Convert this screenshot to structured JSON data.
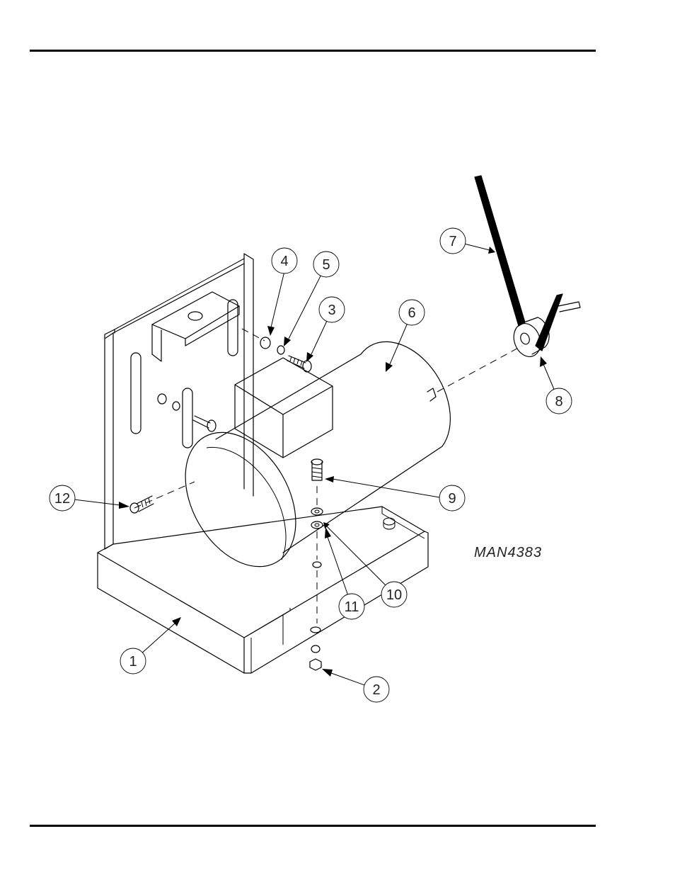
{
  "drawing_number": "MAN4383",
  "callouts": [
    {
      "id": "callout-1",
      "label": "1"
    },
    {
      "id": "callout-2",
      "label": "2"
    },
    {
      "id": "callout-3",
      "label": "3"
    },
    {
      "id": "callout-4",
      "label": "4"
    },
    {
      "id": "callout-5",
      "label": "5"
    },
    {
      "id": "callout-6",
      "label": "6"
    },
    {
      "id": "callout-7",
      "label": "7"
    },
    {
      "id": "callout-8",
      "label": "8"
    },
    {
      "id": "callout-9",
      "label": "9"
    },
    {
      "id": "callout-10",
      "label": "10"
    },
    {
      "id": "callout-11",
      "label": "11"
    },
    {
      "id": "callout-12",
      "label": "12"
    }
  ]
}
